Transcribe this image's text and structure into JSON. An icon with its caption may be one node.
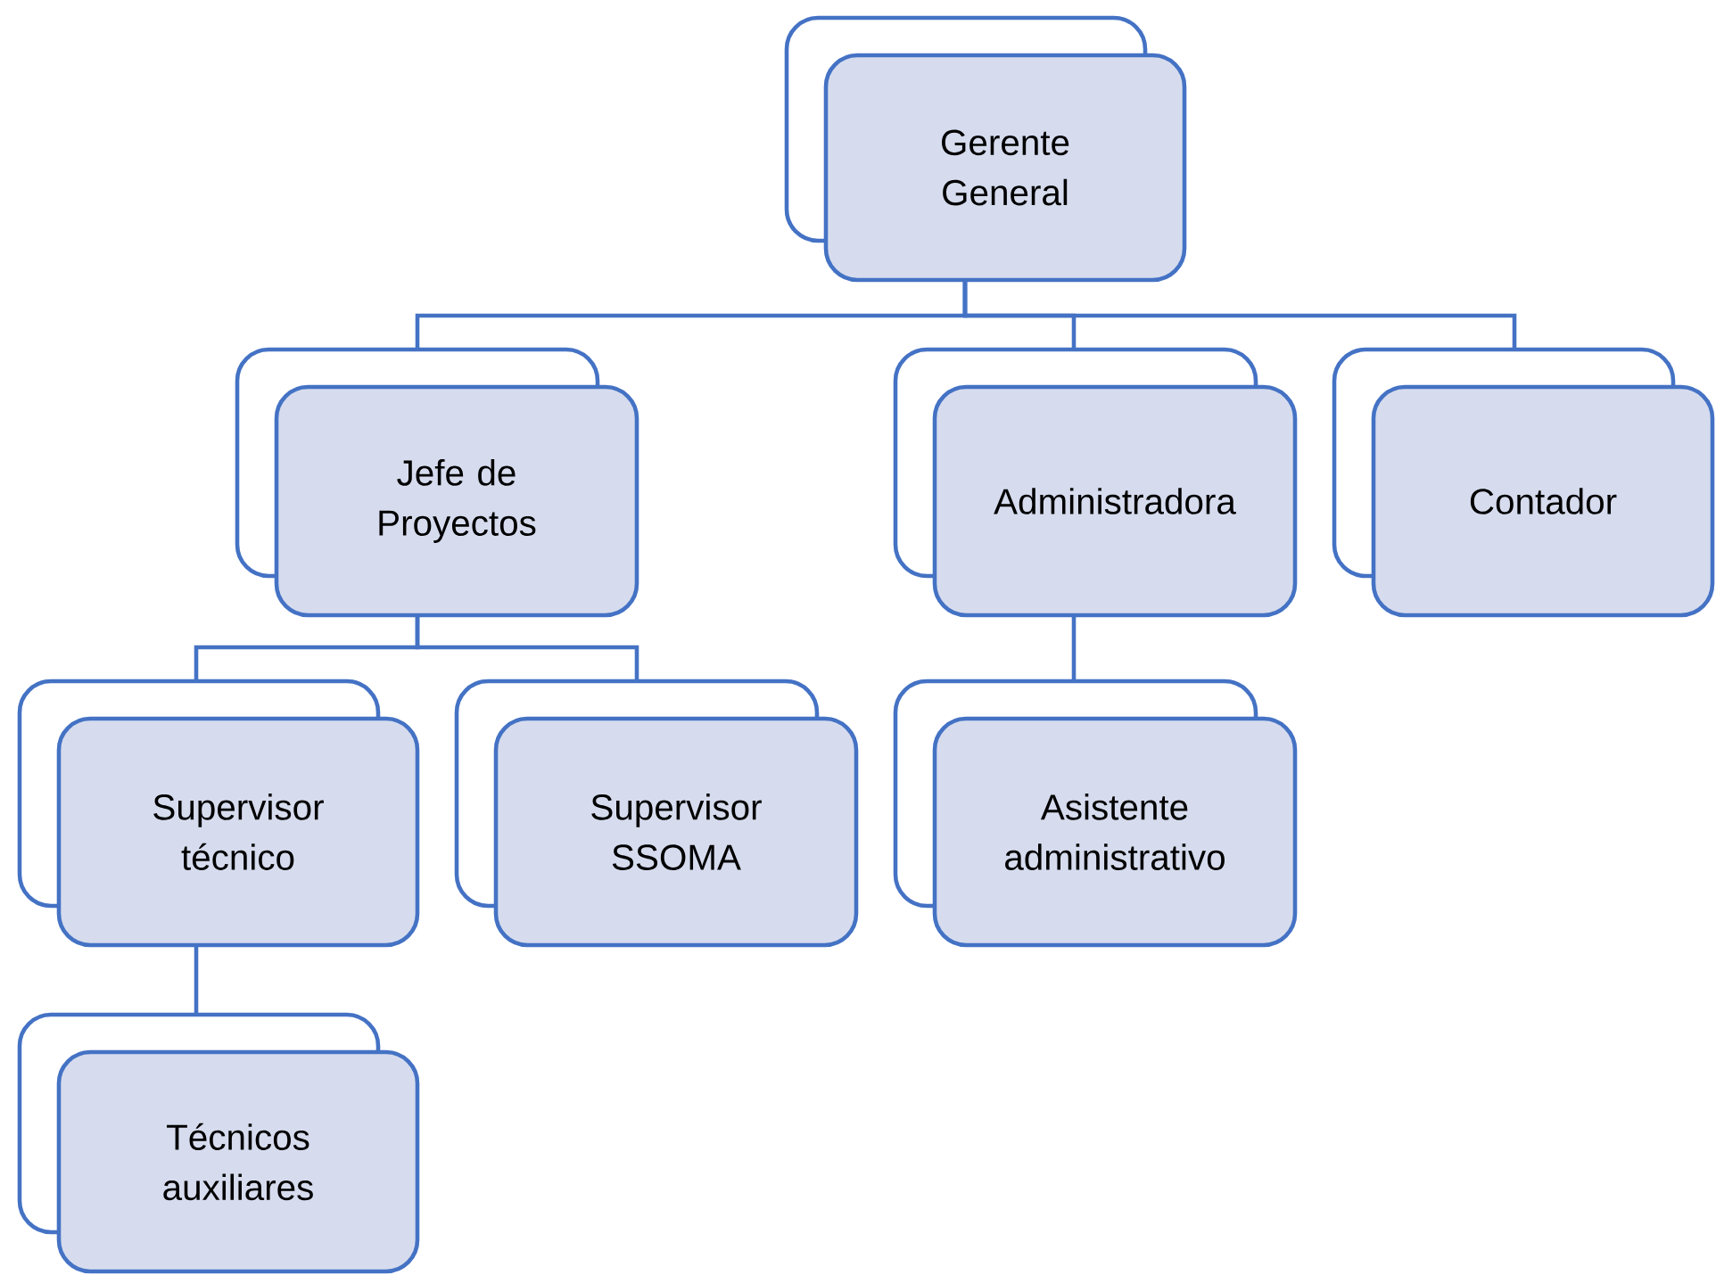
{
  "diagram": {
    "nodes": [
      {
        "text": [
          "Gerente General"
        ]
      },
      {
        "text": [
          "Jefe de Proyectos"
        ]
      },
      {
        "text": [
          "Administradora"
        ]
      },
      {
        "text": [
          "Contador"
        ]
      },
      {
        "text": [
          "Supervisor técnico"
        ]
      },
      {
        "text": [
          "Supervisor SSOMA"
        ]
      },
      {
        "text": [
          "Asistente administrativo"
        ]
      },
      {
        "text": [
          "Técnicos auxiliares"
        ]
      }
    ],
    "edges": [
      {
        "from": 0,
        "to": 1,
        "arrow": "none"
      },
      {
        "from": 0,
        "to": 2,
        "arrow": "none"
      },
      {
        "from": 0,
        "to": 3,
        "arrow": "none"
      },
      {
        "from": 1,
        "to": 4,
        "arrow": "none"
      },
      {
        "from": 1,
        "to": 5,
        "arrow": "none"
      },
      {
        "from": 2,
        "to": 6,
        "arrow": "none"
      },
      {
        "from": 4,
        "to": 7,
        "arrow": "none"
      }
    ]
  }
}
